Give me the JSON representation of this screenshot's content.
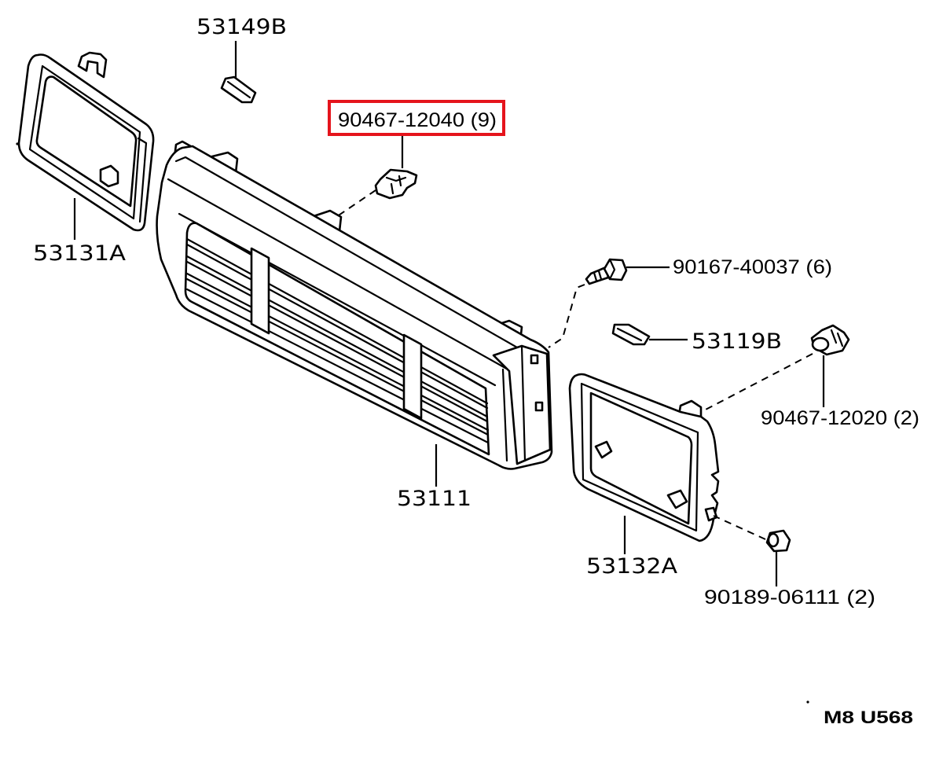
{
  "callouts": {
    "part_53149B": "53149B",
    "part_90467_12040": "90467-12040 (9)",
    "part_53131A": "53131A",
    "part_90167_40037": "90167-40037 (6)",
    "part_53119B": "53119B",
    "part_90467_12020": "90467-12020 (2)",
    "part_53111": "53111",
    "part_53132A": "53132A",
    "part_90189_06111": "90189-06111 (2)"
  },
  "diagram_code": "M8 U568",
  "colors": {
    "line": "#000000",
    "highlight": "#e5141c",
    "background": "#ffffff"
  }
}
